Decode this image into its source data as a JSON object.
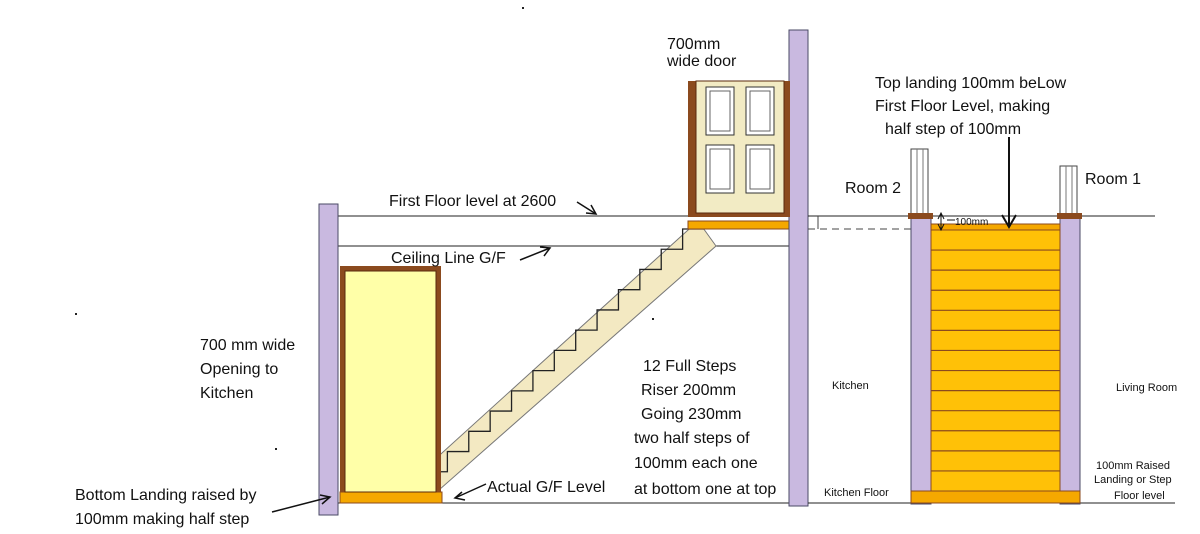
{
  "colors": {
    "wall": "#C9B9E0",
    "wall_outline": "#4a4a66",
    "frame": "#8B4A1E",
    "panel": "#F2EBC4",
    "stair": "#F3E9C2",
    "tread_yellow": "#FFC107",
    "landing": "#F5A800",
    "line": "#222222"
  },
  "labels": {
    "door_width_1": "700mm",
    "door_width_2": "wide  door",
    "first_floor": "First Floor level at 2600",
    "ceiling": "Ceiling Line G/F",
    "opening_1": "700 mm wide",
    "opening_2": "Opening to",
    "opening_3": "Kitchen",
    "steps_1": "12 Full Steps",
    "steps_2": "Riser 200mm",
    "steps_3": "Going 230mm",
    "steps_4": "two half steps of",
    "steps_5": "100mm each one",
    "steps_6": "at bottom one at top",
    "actual_gf": "Actual G/F Level",
    "bottom_landing_1": "Bottom Landing raised by",
    "bottom_landing_2": "100mm making half step",
    "top_landing_1": "Top landing 100mm beLow",
    "top_landing_2": "First Floor Level, making",
    "top_landing_3": "half step of 100mm",
    "room2": "Room 2",
    "room1": "Room 1",
    "gap_100": "100mm",
    "kitchen": "Kitchen",
    "living_room": "Living Room",
    "kitchen_floor": "Kitchen Floor",
    "raised_1": "100mm Raised",
    "raised_2": "Landing or Step",
    "floor_level": "Floor level"
  },
  "stairs": {
    "full_steps": 12,
    "riser_mm": 200,
    "going_mm": 230
  }
}
